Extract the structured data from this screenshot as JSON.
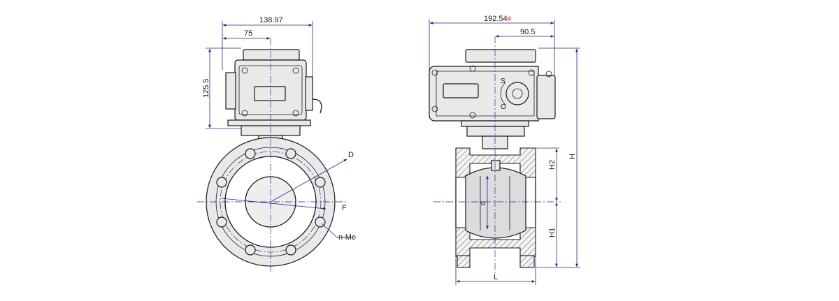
{
  "colors": {
    "line": "#1a1a1a",
    "dimension": "#1e2a8c",
    "accent": "#e8603c"
  },
  "left_view": {
    "dim_width_total": "138.97",
    "dim_width_half": "75",
    "dim_height_actuator": "125.5",
    "label_diameter": "D",
    "label_bolt_circle": "F",
    "label_bolts": "n-Me"
  },
  "right_view": {
    "dim_width_total": "192.54",
    "dim_width_total_mark": "※",
    "dim_width_offset": "90.5",
    "label_total_height": "H",
    "label_upper_height": "H2",
    "label_lower_height": "H1",
    "label_bore": "d",
    "label_length": "L",
    "indicator_top": "S",
    "indicator_bottom": "O"
  }
}
